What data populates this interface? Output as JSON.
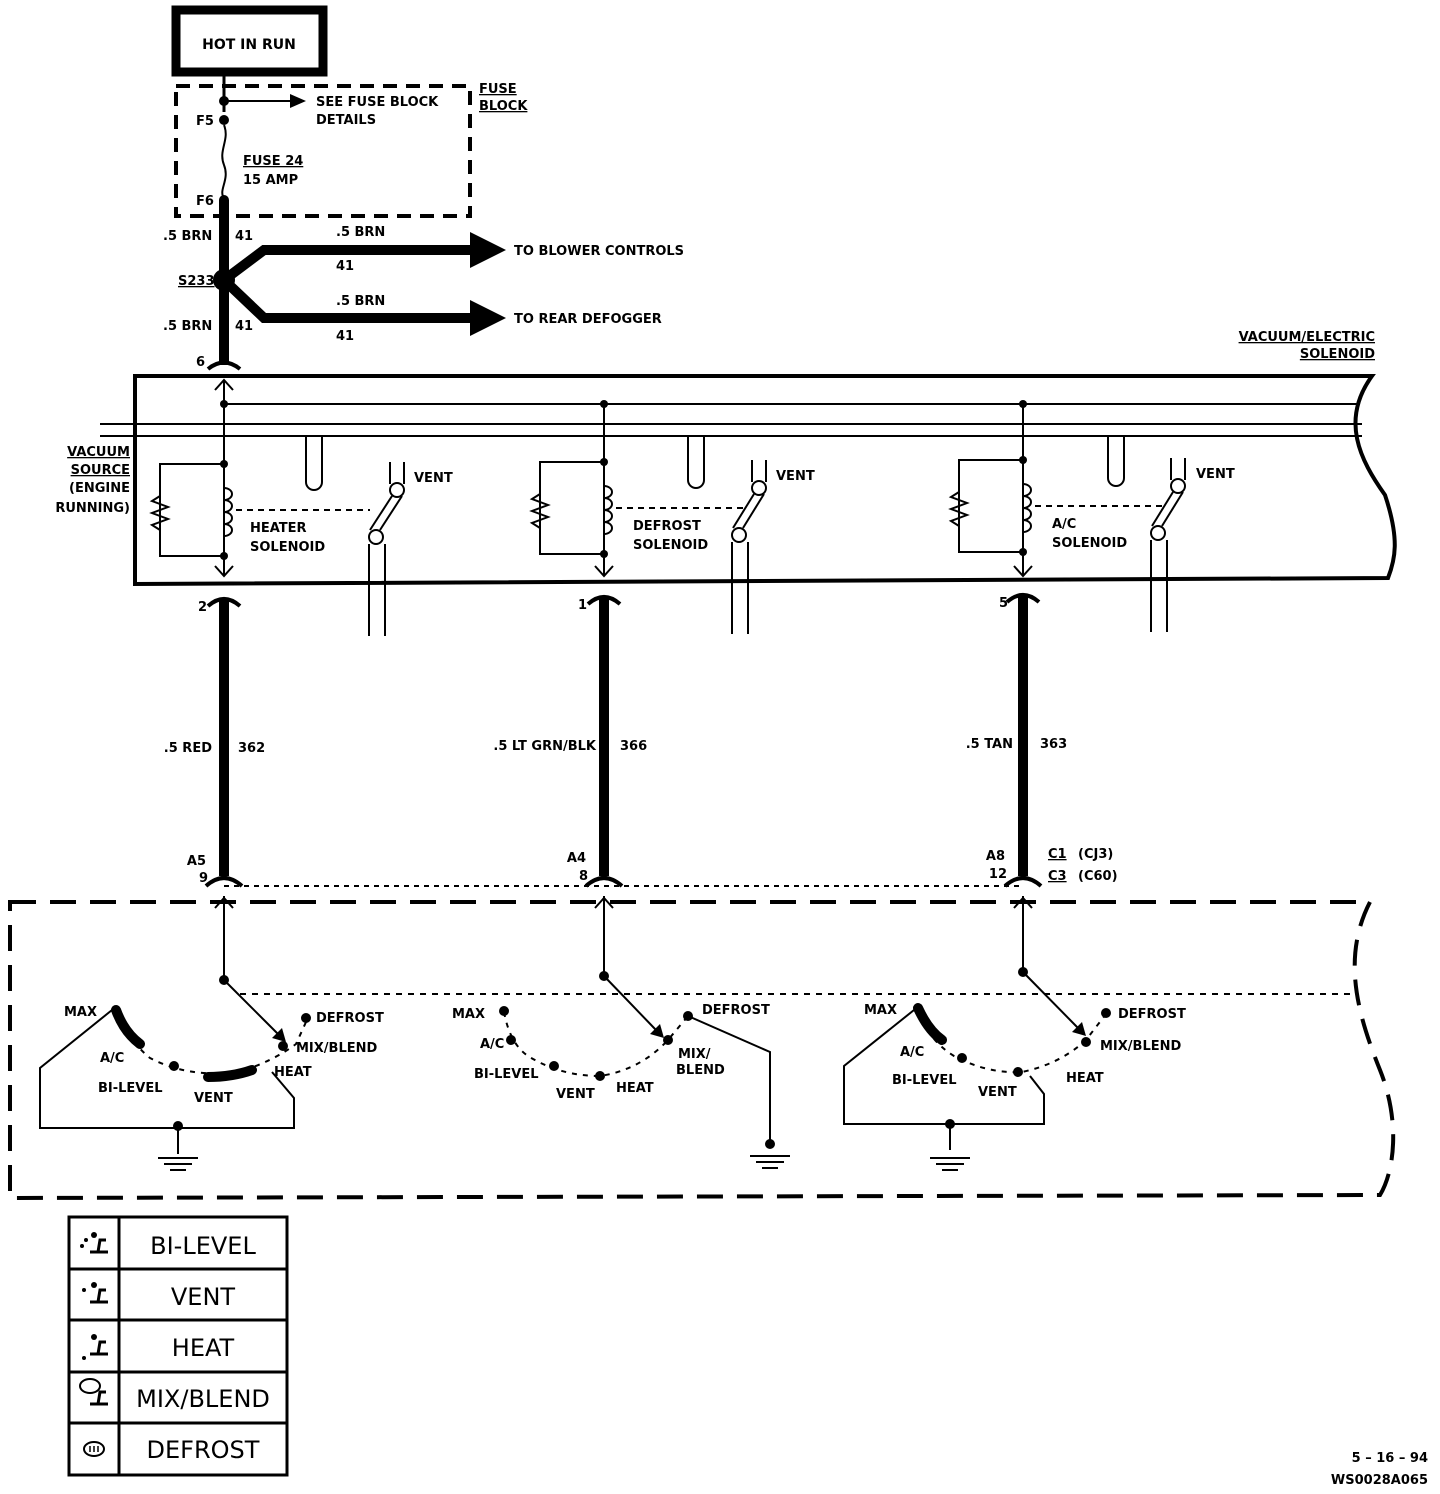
{
  "power": {
    "hot_in_run": "HOT IN RUN"
  },
  "fuse_block": {
    "label_line1": "FUSE",
    "label_line2": "BLOCK",
    "see_details_line1": "SEE FUSE BLOCK",
    "see_details_line2": "DETAILS",
    "terminal_top": "F5",
    "terminal_bottom": "F6",
    "fuse_name": "FUSE 24",
    "fuse_rating": "15 AMP"
  },
  "feed": {
    "wire_top_gauge": ".5 BRN",
    "wire_top_circuit": "41",
    "splice": "S233",
    "wire_bottom_gauge": ".5 BRN",
    "wire_bottom_circuit": "41",
    "connector_pin": "6",
    "branch_blower_gauge": ".5 BRN",
    "branch_blower_circuit": "41",
    "branch_blower_dest": "TO  BLOWER  CONTROLS",
    "branch_defog_gauge": ".5 BRN",
    "branch_defog_circuit": "41",
    "branch_defog_dest": "TO  REAR  DEFOGGER"
  },
  "solenoid_assembly": {
    "title_line1": "VACUUM/ELECTRIC",
    "title_line2": "SOLENOID",
    "vacuum_source_line1": "VACUUM",
    "vacuum_source_line2": "SOURCE",
    "vacuum_source_line3": "(ENGINE",
    "vacuum_source_line4": "RUNNING)",
    "solenoids": [
      {
        "name_line1": "HEATER",
        "name_line2": "SOLENOID",
        "vent": "VENT",
        "pin": "2",
        "wire_gauge": ".5 RED",
        "wire_circuit": "362",
        "conn_a": "A5",
        "conn_b": "9"
      },
      {
        "name_line1": "DEFROST",
        "name_line2": "SOLENOID",
        "vent": "VENT",
        "pin": "1",
        "wire_gauge": ".5 LT GRN/BLK",
        "wire_circuit": "366",
        "conn_a": "A4",
        "conn_b": "8"
      },
      {
        "name_line1": "A/C",
        "name_line2": "SOLENOID",
        "vent": "VENT",
        "pin": "5",
        "wire_gauge": ".5 TAN",
        "wire_circuit": "363",
        "conn_a": "A8",
        "conn_b": "12"
      }
    ]
  },
  "connectors": {
    "c1": "C1",
    "c1_desc": "(CJ3)",
    "c3": "C3",
    "c3_desc": "(C60)"
  },
  "switch_labels": {
    "max": "MAX",
    "ac": "A/C",
    "bilevel": "BI-LEVEL",
    "vent": "VENT",
    "heat": "HEAT",
    "mixblend": "MIX/BLEND",
    "mix_line1": "MIX/",
    "blend_line2": "BLEND",
    "defrost": "DEFROST"
  },
  "legend": [
    {
      "label": "BI-LEVEL",
      "icon": "bilevel-icon"
    },
    {
      "label": "VENT",
      "icon": "vent-icon"
    },
    {
      "label": "HEAT",
      "icon": "heat-icon"
    },
    {
      "label": "MIX/BLEND",
      "icon": "mixblend-icon"
    },
    {
      "label": "DEFROST",
      "icon": "defrost-icon"
    }
  ],
  "footer": {
    "date": "5 – 16 – 94",
    "code": "WS0028A065"
  }
}
